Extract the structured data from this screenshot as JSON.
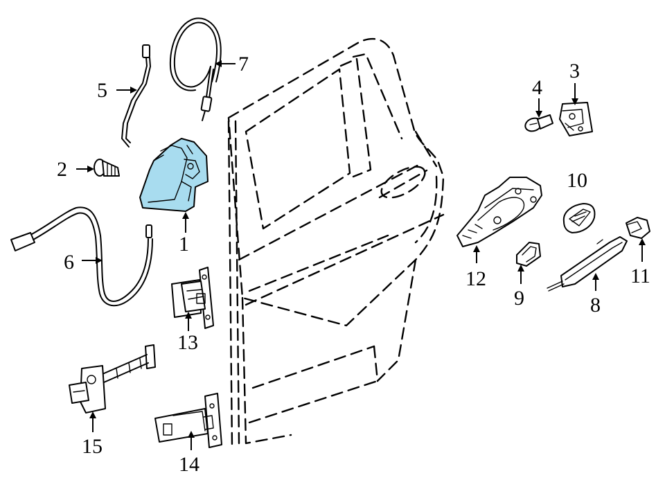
{
  "diagram": {
    "highlight_color": "#a8dcef",
    "callouts": [
      {
        "id": "1",
        "text": "1"
      },
      {
        "id": "2",
        "text": "2"
      },
      {
        "id": "3",
        "text": "3"
      },
      {
        "id": "4",
        "text": "4"
      },
      {
        "id": "5",
        "text": "5"
      },
      {
        "id": "6",
        "text": "6"
      },
      {
        "id": "7",
        "text": "7"
      },
      {
        "id": "8",
        "text": "8"
      },
      {
        "id": "9",
        "text": "9"
      },
      {
        "id": "10",
        "text": "10"
      },
      {
        "id": "11",
        "text": "11"
      },
      {
        "id": "12",
        "text": "12"
      },
      {
        "id": "13",
        "text": "13"
      },
      {
        "id": "14",
        "text": "14"
      },
      {
        "id": "15",
        "text": "15"
      }
    ]
  }
}
